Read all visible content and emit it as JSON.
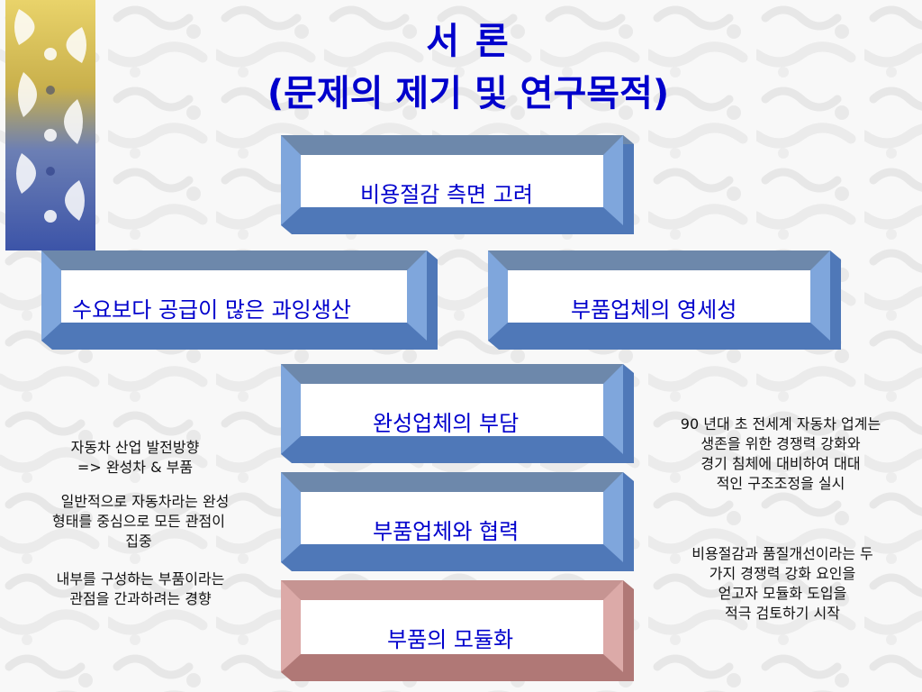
{
  "slide": {
    "title_line1": "서 론",
    "title_line2": "(문제의 제기 및 연구목적)"
  },
  "boxes": {
    "cost": {
      "label": "비용절감 측면 고려"
    },
    "overproduction": {
      "label": "수요보다 공급이 많은 과잉생산"
    },
    "supplier_size": {
      "label": "부품업체의 영세성"
    },
    "oem_burden": {
      "label": "완성업체의 부담"
    },
    "cooperation": {
      "label": "부품업체와 협력"
    },
    "modularization": {
      "label": "부품의 모듈화"
    }
  },
  "notes": {
    "left": {
      "p1_line1": "자동차 산업 발전방향",
      "p1_line2": "=> 완성차 & 부품",
      "p2_line1": "일반적으로 자동차라는 완성",
      "p2_line2": "형태를 중심으로 모든 관점이",
      "p2_line3": "집중",
      "p3_line1": "내부를 구성하는 부품이라는",
      "p3_line2": "관점을 간과하려는 경향"
    },
    "right": {
      "p1_line1": "90 년대 초 전세계 자동차 업계는",
      "p1_line2": "생존을 위한 경쟁력 강화와",
      "p1_line3": "경기 침체에 대비하여 대대",
      "p1_line4": "적인 구조조정을 실시",
      "p2_line1": "비용절감과 품질개선이라는 두",
      "p2_line2": "가지 경쟁력 강화 요인을",
      "p2_line3": "얻고자 모듈화 도입을",
      "p2_line4": "적극 검토하기 시작"
    }
  },
  "colors": {
    "title": "#0000cc",
    "frame_blue": "#7fa6dc",
    "frame_blue_dark": "#4f78b8",
    "frame_top": "#6d88ab",
    "frame_pink": "#dcaaa8",
    "frame_pink_dark": "#b07876"
  }
}
